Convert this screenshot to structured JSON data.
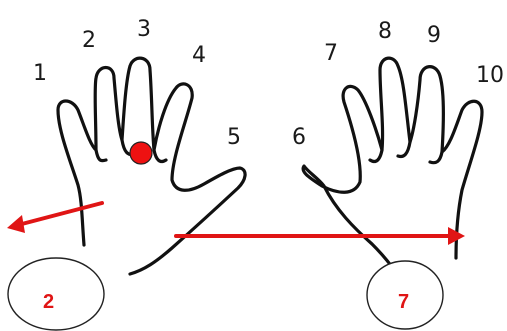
{
  "finger_numbers": [
    "1",
    "2",
    "3",
    "4",
    "5",
    "6",
    "7",
    "8",
    "9",
    "10"
  ],
  "marker": {
    "finger": "3",
    "color": "#ee1111"
  },
  "arrows": [
    {
      "id": "left-hand-arrow",
      "direction": "left",
      "color": "#e01515"
    },
    {
      "id": "across-arrow",
      "direction": "right",
      "color": "#e01515"
    }
  ],
  "circled_numbers": [
    {
      "id": "left-circle",
      "value": "2",
      "color": "#e01515"
    },
    {
      "id": "right-circle",
      "value": "7",
      "color": "#e01515"
    }
  ]
}
